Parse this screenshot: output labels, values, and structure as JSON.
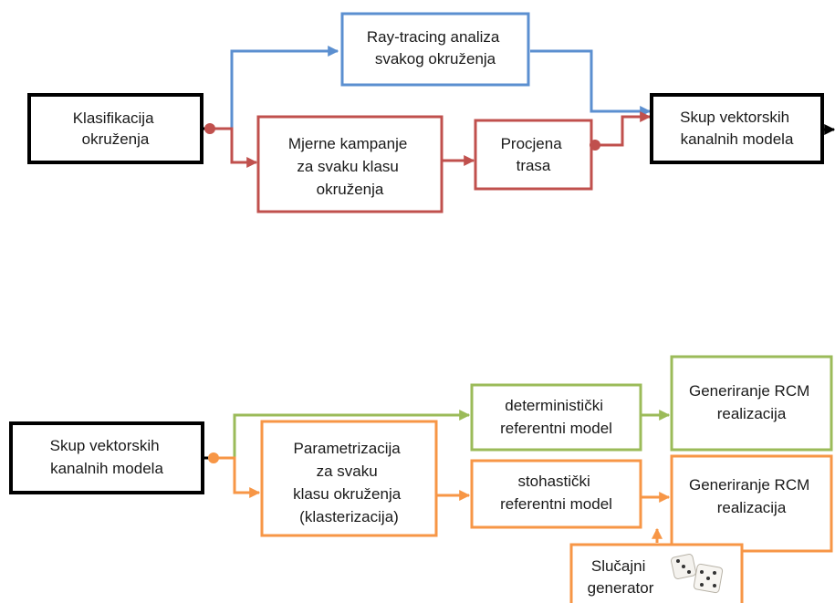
{
  "colors": {
    "black": "#000000",
    "blue": "#5b8fd0",
    "red": "#c0504d",
    "green": "#9bbb59",
    "orange": "#f79646"
  },
  "top": {
    "classification": [
      "Klasifikacija",
      "okruženja"
    ],
    "ray_tracing": [
      "Ray-tracing analiza",
      "svakog okruženja"
    ],
    "measurement": [
      "Mjerne kampanje",
      "za svaku klasu",
      "okruženja"
    ],
    "estimation": [
      "Procjena",
      "trasa"
    ],
    "vector_set": [
      "Skup vektorskih",
      "kanalnih modela"
    ]
  },
  "bottom": {
    "vector_set": [
      "Skup vektorskih",
      "kanalnih modela"
    ],
    "deterministic": [
      "deterministički",
      "referentni model"
    ],
    "generate_det": [
      "Generiranje RCM",
      "realizacija"
    ],
    "parametrization": [
      "Parametrizacija",
      "za svaku",
      "klasu okruženja",
      "(klasterizacija)"
    ],
    "stochastic": [
      "stohastički",
      "referentni model"
    ],
    "generate_sto": [
      "Generiranje RCM",
      "realizacija"
    ],
    "random_gen": [
      "Slučajni",
      "generator"
    ],
    "dice_icon": "dice-icon"
  }
}
